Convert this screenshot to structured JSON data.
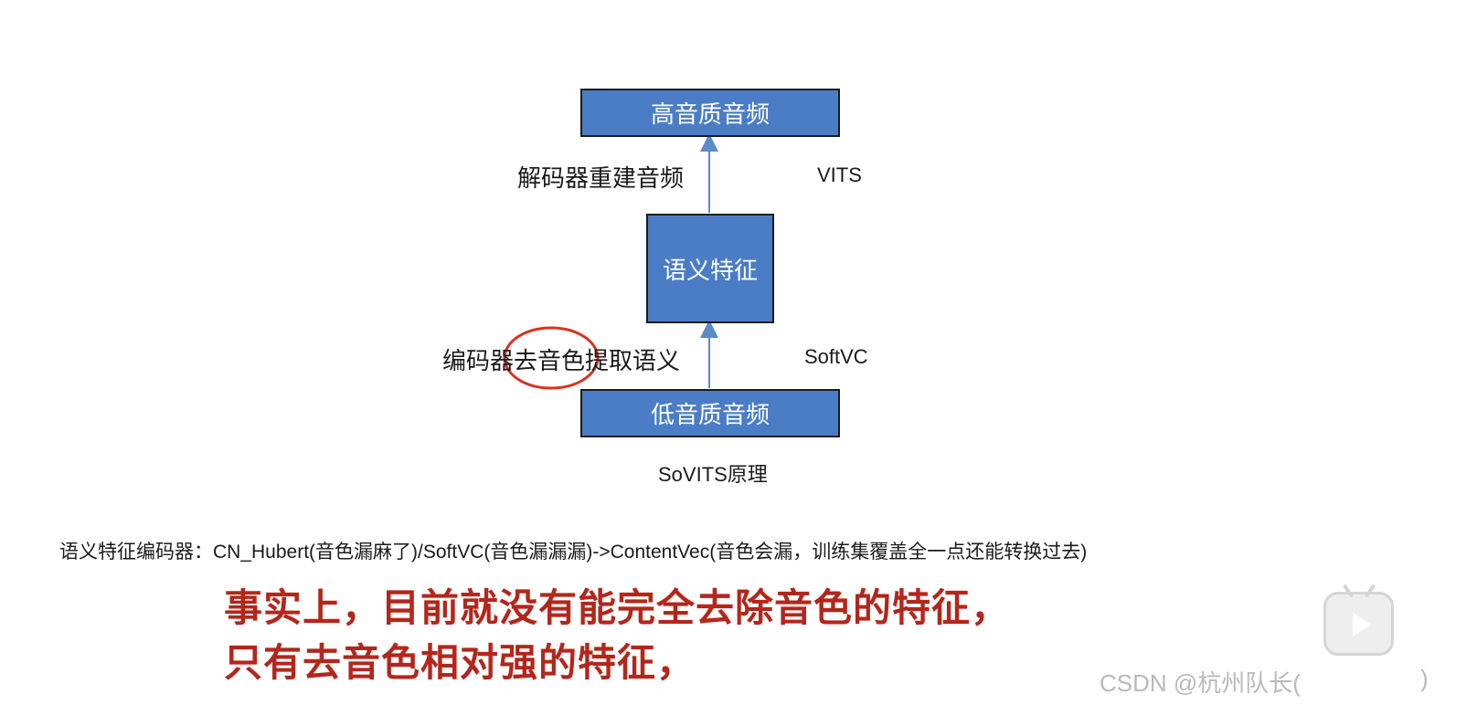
{
  "diagram": {
    "boxes": {
      "top": "高音质音频",
      "middle": "语义特征",
      "bottom": "低音质音频"
    },
    "labels": {
      "decoder": "解码器重建音频",
      "vits": "VITS",
      "encoder": "编码器去音色提取语义",
      "softvc": "SoftVC",
      "caption": "SoVITS原理"
    },
    "colors": {
      "box_fill": "#4a7dc6",
      "arrow": "#5b8cc9",
      "highlight_circle": "#d9321f"
    }
  },
  "notes": {
    "encoders_line": "语义特征编码器：CN_Hubert(音色漏麻了)/SoftVC(音色漏漏漏)->ContentVec(音色会漏，训练集覆盖全一点还能转换过去)"
  },
  "subtitle": {
    "line1": "事实上，目前就没有能完全去除音色的特征，",
    "line2": "只有去音色相对强的特征，",
    "color": "#b4261b"
  },
  "watermark": {
    "text": "CSDN @杭州队长(",
    "close": ")"
  },
  "player": {
    "icon": "play-icon"
  }
}
